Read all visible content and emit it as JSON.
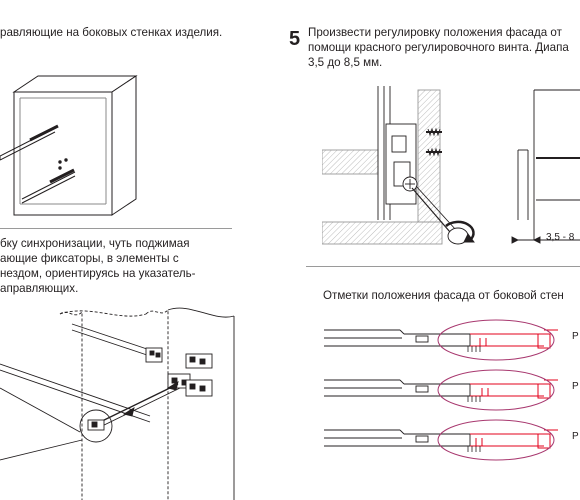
{
  "left": {
    "top_text": "равляющие на боковых стенках изделия.",
    "sync_text": [
      "бку синхронизации, чуть поджимая",
      "ающие фиксаторы, в элементы с",
      "нездом, ориентируясь на указатель-",
      "аправляющих."
    ]
  },
  "right": {
    "step_number": "5",
    "step_text": [
      "Произвести регулировку положения фасада от",
      "помощи красного регулировочного винта. Диапа",
      "3,5 до 8,5 мм."
    ],
    "dimension_label": "3,5 - 8",
    "marks_title": "Отметки положения фасада от боковой стен",
    "row_label": "Р"
  },
  "colors": {
    "ink": "#231f20",
    "adjust_red": "#e3001b",
    "ellipse": "#a8386f",
    "hatch": "#bdbdbd"
  }
}
